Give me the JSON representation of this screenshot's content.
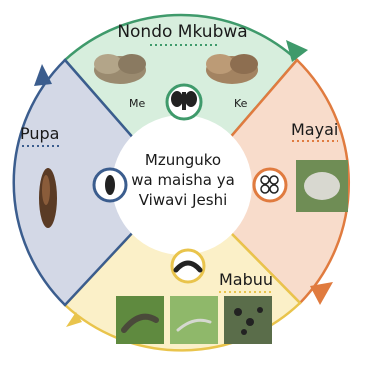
{
  "diagram": {
    "center": {
      "lines": [
        "Mzunguko",
        "wa maisha ya",
        "Viwavi Jeshi"
      ]
    },
    "stages": [
      {
        "id": "adult",
        "label": "Nondo Mkubwa",
        "color": "#3f9a6b",
        "fill": "#d7eedd",
        "icon": "moth-icon",
        "sublabels": [
          "Me",
          "Ke"
        ]
      },
      {
        "id": "egg",
        "label": "Mayai",
        "color": "#e07b3f",
        "fill": "#f8dccb",
        "icon": "egg-cluster-icon"
      },
      {
        "id": "larva",
        "label": "Mabuu",
        "color": "#e9c44c",
        "fill": "#fbf0c8",
        "icon": "larva-icon"
      },
      {
        "id": "pupa",
        "label": "Pupa",
        "color": "#3b5d8e",
        "fill": "#d3d8e6",
        "icon": "pupa-icon"
      }
    ]
  }
}
